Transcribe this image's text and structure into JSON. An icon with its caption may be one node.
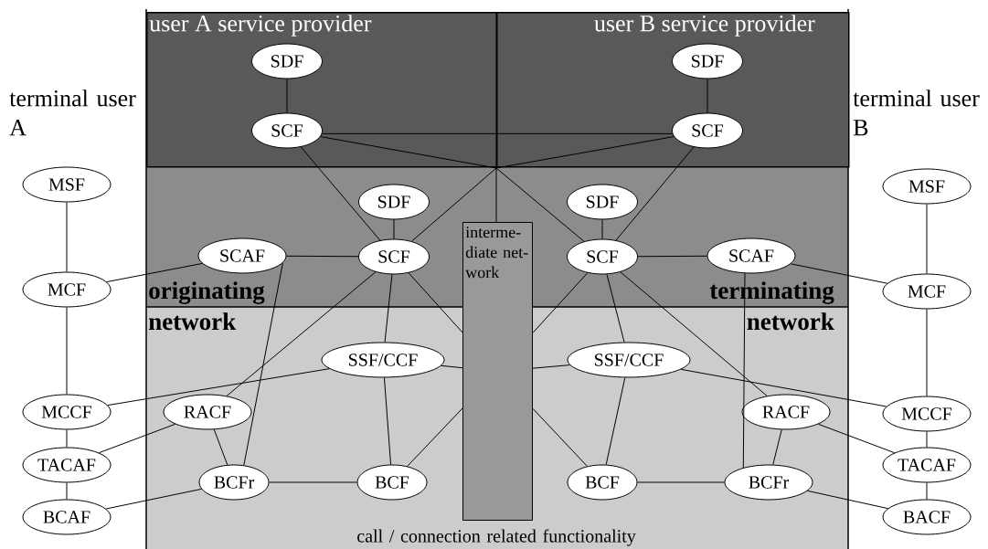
{
  "diagram": {
    "nodes": [
      {
        "text": [
          "user A service provider"
        ]
      },
      {
        "text": [
          "user B service provider"
        ]
      },
      {
        "text": [
          "SDF"
        ],
        "in": 0
      },
      {
        "text": [
          "SCF"
        ],
        "in": 0
      },
      {
        "text": [
          "SDF"
        ],
        "in": 1
      },
      {
        "text": [
          "SCF"
        ],
        "in": 1
      },
      {
        "text": [
          "MSF"
        ]
      },
      {
        "text": [
          "MCF"
        ]
      },
      {
        "text": [
          "MCCF"
        ]
      },
      {
        "text": [
          "TACAF"
        ]
      },
      {
        "text": [
          "BCAF"
        ]
      },
      {
        "text": [
          "SCAF"
        ]
      },
      {
        "text": [
          "SDF"
        ]
      },
      {
        "text": [
          "SCF"
        ]
      },
      {
        "text": [
          "interme- diate net- work"
        ]
      },
      {
        "text": [
          "SCF"
        ]
      },
      {
        "text": [
          "SDF"
        ]
      },
      {
        "text": [
          "SCAF"
        ]
      },
      {
        "text": [
          "SSF/CCF"
        ]
      },
      {
        "text": [
          "SSF/CCF"
        ]
      },
      {
        "text": [
          "RACF"
        ]
      },
      {
        "text": [
          "RACF"
        ]
      },
      {
        "text": [
          "BCFr"
        ]
      },
      {
        "text": [
          "BCF"
        ]
      },
      {
        "text": [
          "BCF"
        ]
      },
      {
        "text": [
          "BCFr"
        ]
      },
      {
        "text": [
          "MSF"
        ]
      },
      {
        "text": [
          "MCF"
        ]
      },
      {
        "text": [
          "MCCF"
        ]
      },
      {
        "text": [
          "TACAF"
        ]
      },
      {
        "text": [
          "BACF"
        ]
      }
    ],
    "edges": [
      {
        "from": 2,
        "to": 3,
        "arrow": "none"
      },
      {
        "from": 4,
        "to": 5,
        "arrow": "none"
      },
      {
        "from": 3,
        "to": 5,
        "arrow": "none"
      },
      {
        "from": 3,
        "to": 15,
        "arrow": "none"
      },
      {
        "from": 5,
        "to": 13,
        "arrow": "none"
      },
      {
        "from": 3,
        "to": 13,
        "arrow": "none"
      },
      {
        "from": 5,
        "to": 15,
        "arrow": "none"
      },
      {
        "from": 12,
        "to": 13,
        "arrow": "none"
      },
      {
        "from": 16,
        "to": 15,
        "arrow": "none"
      },
      {
        "from": 11,
        "to": 13,
        "arrow": "none"
      },
      {
        "from": 13,
        "to": 14,
        "arrow": "none"
      },
      {
        "from": 14,
        "to": 15,
        "arrow": "none"
      },
      {
        "from": 15,
        "to": 17,
        "arrow": "none"
      },
      {
        "from": 7,
        "to": 11,
        "arrow": "none"
      },
      {
        "from": 17,
        "to": 27,
        "arrow": "none"
      },
      {
        "from": 6,
        "to": 7,
        "arrow": "none"
      },
      {
        "from": 7,
        "to": 8,
        "arrow": "none"
      },
      {
        "from": 8,
        "to": 9,
        "arrow": "none"
      },
      {
        "from": 9,
        "to": 10,
        "arrow": "none"
      },
      {
        "from": 26,
        "to": 27,
        "arrow": "none"
      },
      {
        "from": 27,
        "to": 28,
        "arrow": "none"
      },
      {
        "from": 28,
        "to": 29,
        "arrow": "none"
      },
      {
        "from": 29,
        "to": 30,
        "arrow": "none"
      },
      {
        "from": 13,
        "to": 18,
        "arrow": "none"
      },
      {
        "from": 15,
        "to": 19,
        "arrow": "none"
      },
      {
        "from": 13,
        "to": 20,
        "arrow": "none"
      },
      {
        "from": 15,
        "to": 21,
        "arrow": "none"
      },
      {
        "from": 11,
        "to": 22,
        "arrow": "none"
      },
      {
        "from": 17,
        "to": 25,
        "arrow": "none"
      },
      {
        "from": 18,
        "to": 8,
        "arrow": "none"
      },
      {
        "from": 19,
        "to": 28,
        "arrow": "none"
      },
      {
        "from": 18,
        "to": 14,
        "arrow": "none"
      },
      {
        "from": 14,
        "to": 19,
        "arrow": "none"
      },
      {
        "from": 18,
        "to": 23,
        "arrow": "none"
      },
      {
        "from": 19,
        "to": 24,
        "arrow": "none"
      },
      {
        "from": 20,
        "to": 9,
        "arrow": "none"
      },
      {
        "from": 20,
        "to": 22,
        "arrow": "none"
      },
      {
        "from": 21,
        "to": 29,
        "arrow": "none"
      },
      {
        "from": 21,
        "to": 25,
        "arrow": "none"
      },
      {
        "from": 22,
        "to": 23,
        "arrow": "none"
      },
      {
        "from": 23,
        "to": 14,
        "arrow": "none"
      },
      {
        "from": 14,
        "to": 24,
        "arrow": "none"
      },
      {
        "from": 24,
        "to": 25,
        "arrow": "none"
      },
      {
        "from": 10,
        "to": 22,
        "arrow": "none"
      },
      {
        "from": 25,
        "to": 30,
        "arrow": "none"
      }
    ],
    "labels": [
      "terminal user A",
      "terminal user B",
      "originating network",
      "terminating network",
      "call / connection related functionality"
    ]
  }
}
